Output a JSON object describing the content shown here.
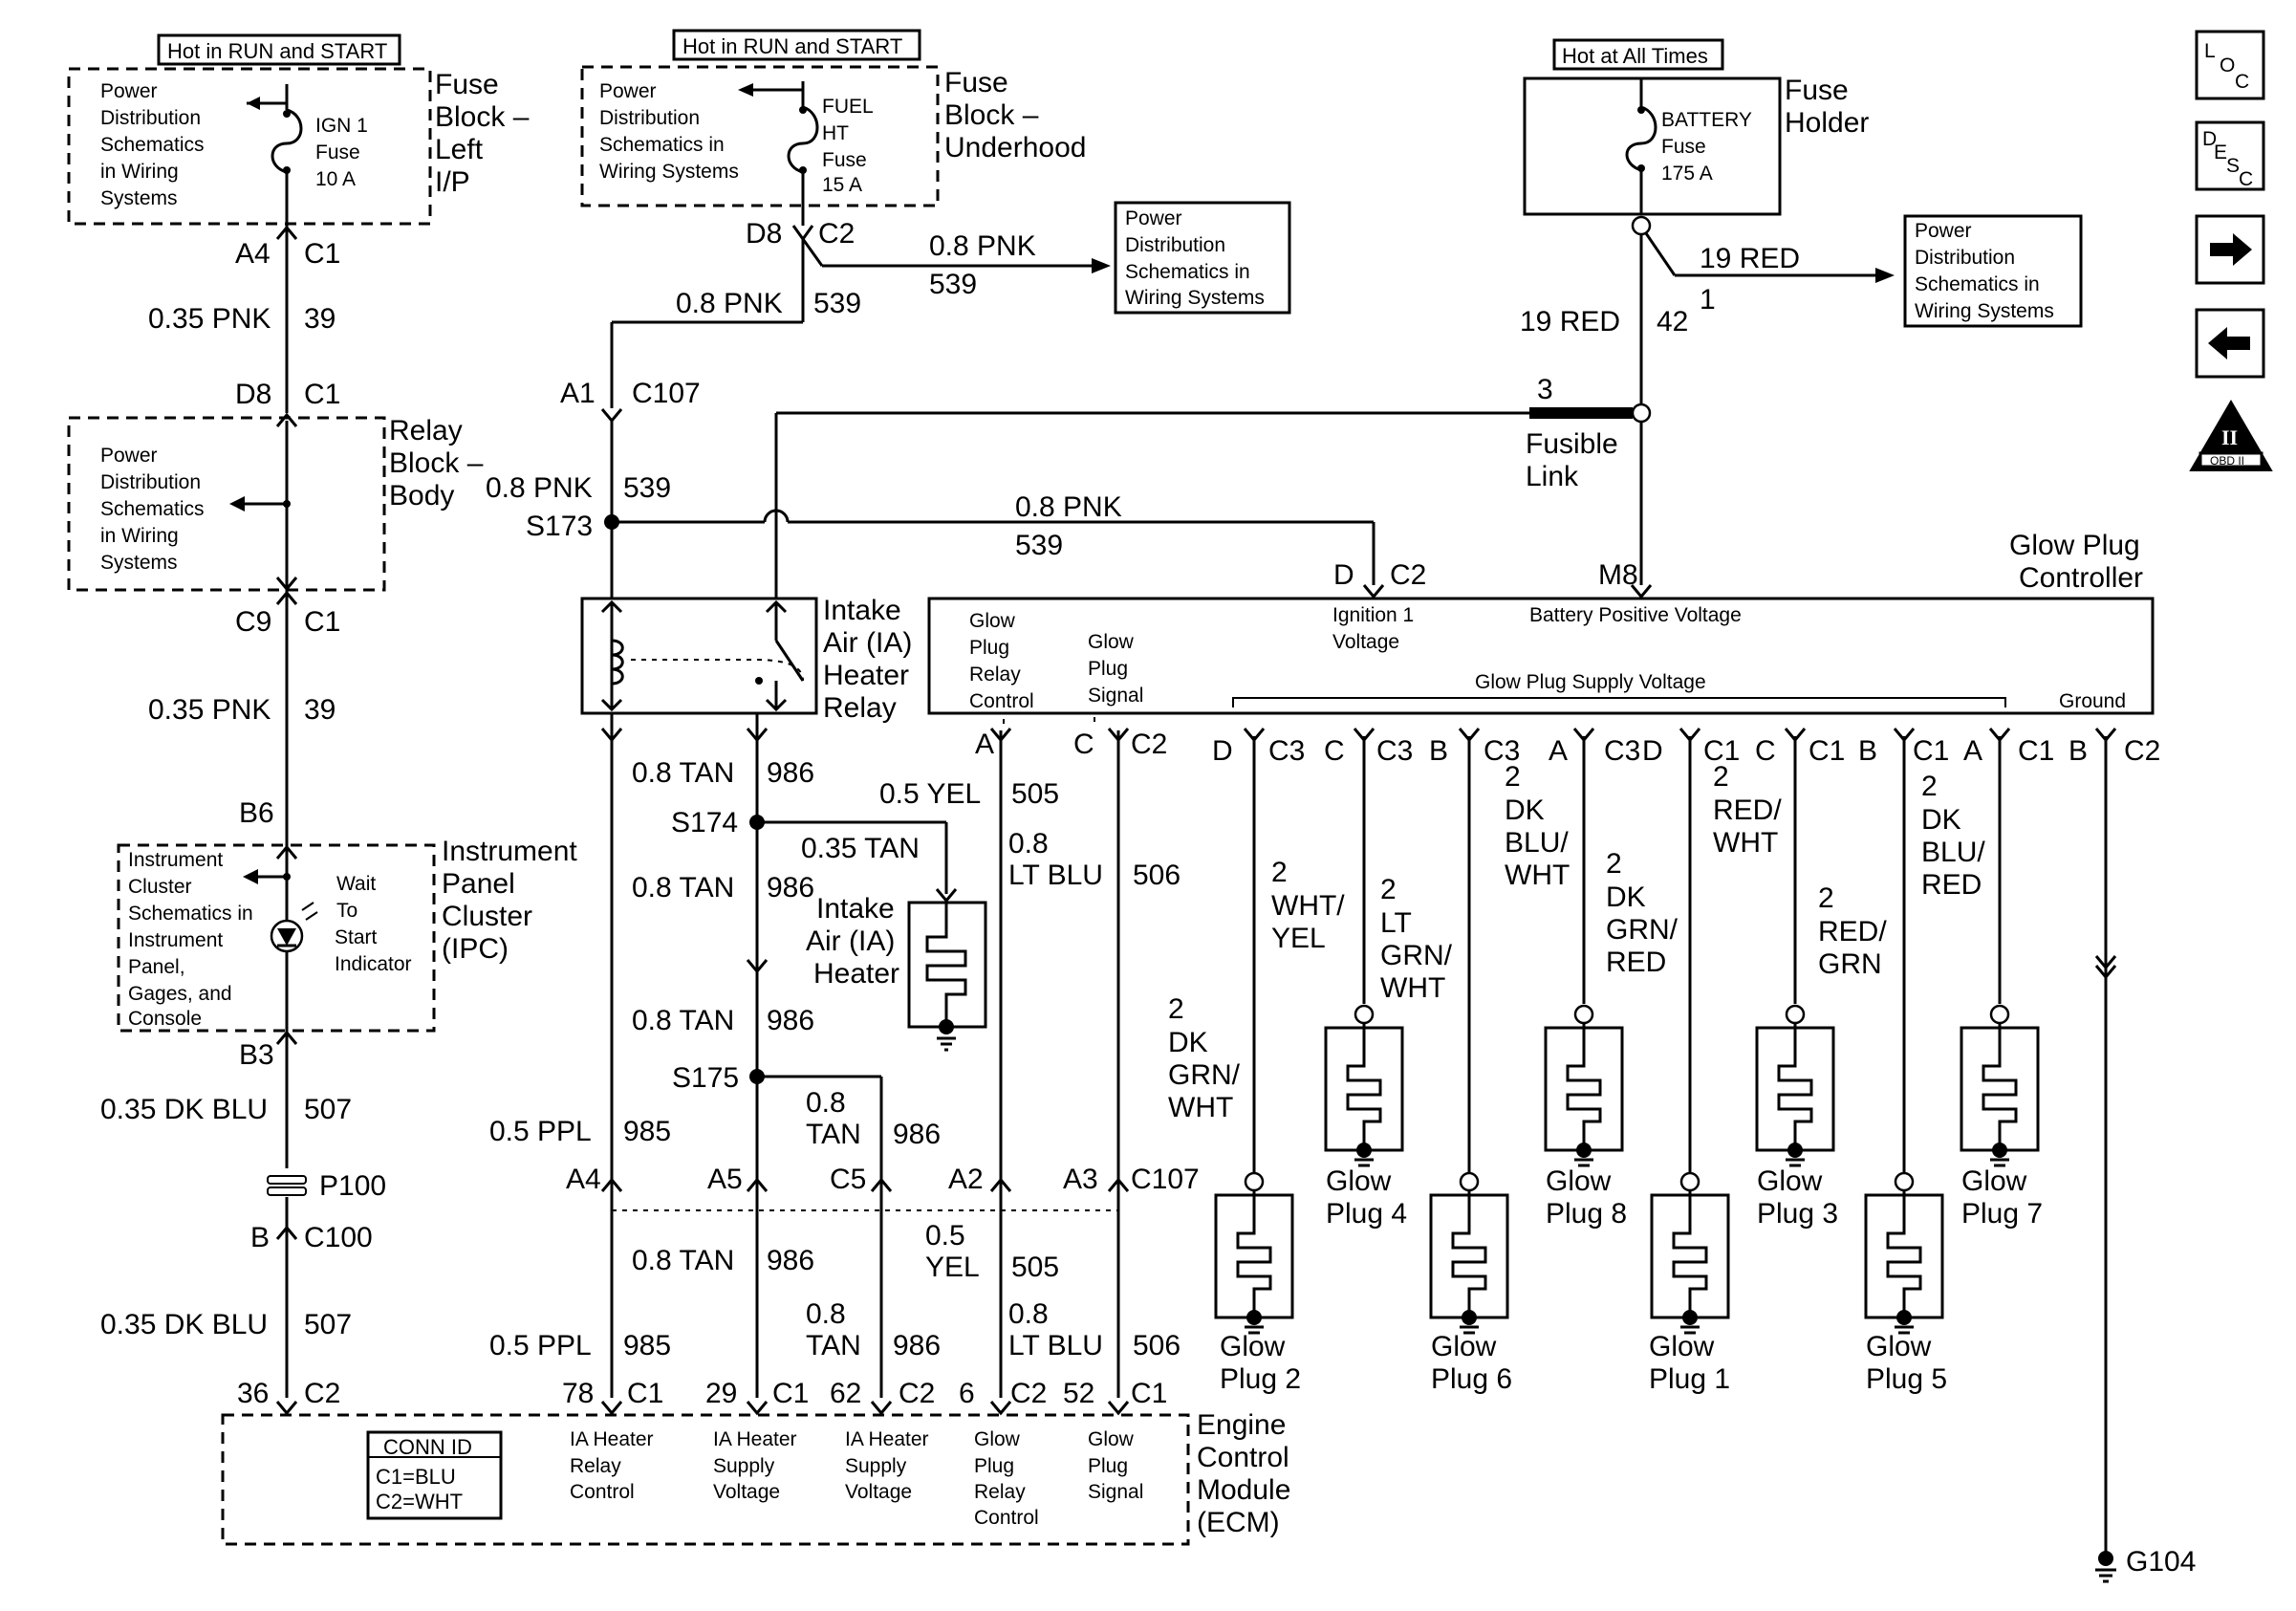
{
  "labels": {
    "hot_run_start_1": "Hot in RUN and START",
    "hot_run_start_2": "Hot in RUN and START",
    "hot_all_times": "Hot at All Times",
    "fuse_block_left_1": "Fuse",
    "fuse_block_left_2": "Block –",
    "fuse_block_left_3": "Left",
    "fuse_block_left_4": "I/P",
    "fuse_block_under_1": "Fuse",
    "fuse_block_under_2": "Block –",
    "fuse_block_under_3": "Underhood",
    "fuse_holder_1": "Fuse",
    "fuse_holder_2": "Holder",
    "pds1_1": "Power",
    "pds1_2": "Distribution",
    "pds1_3": "Schematics",
    "pds1_4": "in Wiring",
    "pds1_5": "Systems",
    "pds2_1": "Power",
    "pds2_2": "Distribution",
    "pds2_3": "Schematics in",
    "pds2_4": "Wiring Systems",
    "pds3_1": "Power",
    "pds3_2": "Distribution",
    "pds3_3": "Schematics in",
    "pds3_4": "Wiring Systems",
    "pds4_1": "Power",
    "pds4_2": "Distribution",
    "pds4_3": "Schematics in",
    "pds4_4": "Wiring Systems",
    "pds5_1": "Power",
    "pds5_2": "Distribution",
    "pds5_3": "Schematics",
    "pds5_4": "in Wiring",
    "pds5_5": "Systems",
    "ign1_1": "IGN 1",
    "ign1_2": "Fuse",
    "ign1_3": "10 A",
    "fuel_1": "FUEL",
    "fuel_2": "HT",
    "fuel_3": "Fuse",
    "fuel_4": "15 A",
    "batt_1": "BATTERY",
    "batt_2": "Fuse",
    "batt_3": "175 A",
    "relay_body_1": "Relay",
    "relay_body_2": "Block –",
    "relay_body_3": "Body",
    "ipc_1": "Instrument",
    "ipc_2": "Panel",
    "ipc_3": "Cluster",
    "ipc_4": "(IPC)",
    "ic_1": "Instrument",
    "ic_2": "Cluster",
    "ic_3": "Schematics in",
    "ic_4": "Instrument",
    "ic_5": "Panel,",
    "ic_6": "Gages, and",
    "ic_7": "Console",
    "wts_1": "Wait",
    "wts_2": "To",
    "wts_3": "Start",
    "wts_4": "Indicator",
    "ia_relay_1": "Intake",
    "ia_relay_2": "Air (IA)",
    "ia_relay_3": "Heater",
    "ia_relay_4": "Relay",
    "ia_heater_1": "Intake",
    "ia_heater_2": "Air (IA)",
    "ia_heater_3": "Heater",
    "gpc_1": "Glow Plug",
    "gpc_2": "Controller",
    "gpc_rc_1": "Glow",
    "gpc_rc_2": "Plug",
    "gpc_rc_3": "Relay",
    "gpc_rc_4": "Control",
    "gpc_sig_1": "Glow",
    "gpc_sig_2": "Plug",
    "gpc_sig_3": "Signal",
    "gpc_ign_1": "Ignition 1",
    "gpc_ign_2": "Voltage",
    "gpc_bpv": "Battery Positive Voltage",
    "gpc_supply": "Glow Plug Supply Voltage",
    "gpc_ground": "Ground",
    "fusible_1": "Fusible",
    "fusible_2": "Link",
    "ecm_1": "Engine",
    "ecm_2": "Control",
    "ecm_3": "Module",
    "ecm_4": "(ECM)",
    "ecm_conn_title": "CONN ID",
    "ecm_conn_c1": "C1=BLU",
    "ecm_conn_c2": "C2=WHT",
    "ecm_iarc_1": "IA Heater",
    "ecm_iarc_2": "Relay",
    "ecm_iarc_3": "Control",
    "ecm_iasv_1": "IA Heater",
    "ecm_iasv_2": "Supply",
    "ecm_iasv_3": "Voltage",
    "ecm_iasv2_1": "IA Heater",
    "ecm_iasv2_2": "Supply",
    "ecm_iasv2_3": "Voltage",
    "ecm_gprc_1": "Glow",
    "ecm_gprc_2": "Plug",
    "ecm_gprc_3": "Relay",
    "ecm_gprc_4": "Control",
    "ecm_gps_1": "Glow",
    "ecm_gps_2": "Plug",
    "ecm_gps_3": "Signal",
    "g104": "G104",
    "gp2_1": "Glow",
    "gp2_2": "Plug 2",
    "gp4_1": "Glow",
    "gp4_2": "Plug 4",
    "gp6_1": "Glow",
    "gp6_2": "Plug 6",
    "gp8_1": "Glow",
    "gp8_2": "Plug 8",
    "gp1_1": "Glow",
    "gp1_2": "Plug 1",
    "gp3_1": "Glow",
    "gp3_2": "Plug 3",
    "gp5_1": "Glow",
    "gp5_2": "Plug 5",
    "gp7_1": "Glow",
    "gp7_2": "Plug 7"
  },
  "connectors": {
    "a4": "A4",
    "c1a": "C1",
    "d8a": "D8",
    "c1b": "C1",
    "c9": "C9",
    "c1c": "C1",
    "b6": "B6",
    "b3": "B3",
    "p100": "P100",
    "b": "B",
    "c100": "C100",
    "p36": "36",
    "c2a": "C2",
    "d8b": "D8",
    "c2b": "C2",
    "a1": "A1",
    "c107a": "C107",
    "s173": "S173",
    "s174": "S174",
    "s175": "S175",
    "d": "D",
    "c2c": "C2",
    "m8": "M8",
    "n3": "3",
    "n1": "1",
    "ca": "A",
    "cc": "C",
    "c2d": "C2",
    "gpc_d": "D",
    "gpc_c3a": "C3",
    "gpc_c": "C",
    "gpc_c3b": "C3",
    "gpc_b": "B",
    "gpc_c3c": "C3",
    "gpc_a": "A",
    "gpc_c3d": "C3",
    "gpc_d2": "D",
    "gpc_c1a": "C1",
    "gpc_c2": "C",
    "gpc_c1b": "C1",
    "gpc_b2": "B",
    "gpc_c1c": "C1",
    "gpc_a2": "A",
    "gpc_c1d": "C1",
    "gpc_b3": "B",
    "gpc_c2e": "C2",
    "a4b": "A4",
    "a5": "A5",
    "c5": "C5",
    "a2": "A2",
    "a3": "A3",
    "c107b": "C107",
    "p78": "78",
    "c1e": "C1",
    "p29": "29",
    "c1f": "C1",
    "p62": "62",
    "c2f": "C2",
    "p6": "6",
    "c2g": "C2",
    "p52": "52",
    "c1g": "C1"
  },
  "wires": {
    "w1": "0.35 PNK",
    "w1n": "39",
    "w2": "0.35 PNK",
    "w2n": "39",
    "w3": "0.35 DK BLU",
    "w3n": "507",
    "w4": "0.35 DK BLU",
    "w4n": "507",
    "w5": "0.8 PNK",
    "w5n": "539",
    "w6": "0.8 PNK",
    "w6n": "539",
    "w7": "0.8 PNK",
    "w7n": "539",
    "w8": "0.8 PNK",
    "w8n": "539",
    "w9": "19 RED",
    "w9n": "42",
    "w10": "19 RED",
    "w11": "0.8 TAN",
    "w11n": "986",
    "w12": "0.35 TAN",
    "w13": "0.8 TAN",
    "w13n": "986",
    "w14": "0.8 TAN",
    "w14n": "986",
    "w15a": "0.8",
    "w15b": "TAN",
    "w15n": "986",
    "w16": "0.5 PPL",
    "w16n": "985",
    "w17": "0.5 YEL",
    "w17n": "505",
    "w18a": "0.8",
    "w18b": "LT BLU",
    "w18n": "506",
    "w19": "0.8 TAN",
    "w19n": "986",
    "w20a": "0.8",
    "w20b": "TAN",
    "w20n": "986",
    "w21": "0.5 PPL",
    "w21n": "985",
    "w22a": "0.5",
    "w22b": "YEL",
    "w22n": "505",
    "w23a": "0.8",
    "w23b": "LT BLU",
    "w23n": "506",
    "gw2_1": "2",
    "gw2_2": "DK",
    "gw2_3": "GRN/",
    "gw2_4": "WHT",
    "gw4_1": "2",
    "gw4_2": "WHT/",
    "gw4_3": "YEL",
    "gw6_1": "2",
    "gw6_2": "LT",
    "gw6_3": "GRN/",
    "gw6_4": "WHT",
    "gw8_1": "2",
    "gw8_2": "DK",
    "gw8_3": "BLU/",
    "gw8_4": "WHT",
    "gw1_1": "2",
    "gw1_2": "DK",
    "gw1_3": "GRN/",
    "gw1_4": "RED",
    "gw3_1": "2",
    "gw3_2": "RED/",
    "gw3_3": "WHT",
    "gw5_1": "2",
    "gw5_2": "RED/",
    "gw5_3": "GRN",
    "gw7_1": "2",
    "gw7_2": "DK",
    "gw7_3": "BLU/",
    "gw7_4": "RED"
  },
  "nav": {
    "loc_1": "L",
    "loc_2": "O",
    "loc_3": "C",
    "desc_1": "D",
    "desc_2": "E",
    "desc_3": "S",
    "desc_4": "C",
    "obd_1": "II",
    "obd_2": "OBD II"
  }
}
